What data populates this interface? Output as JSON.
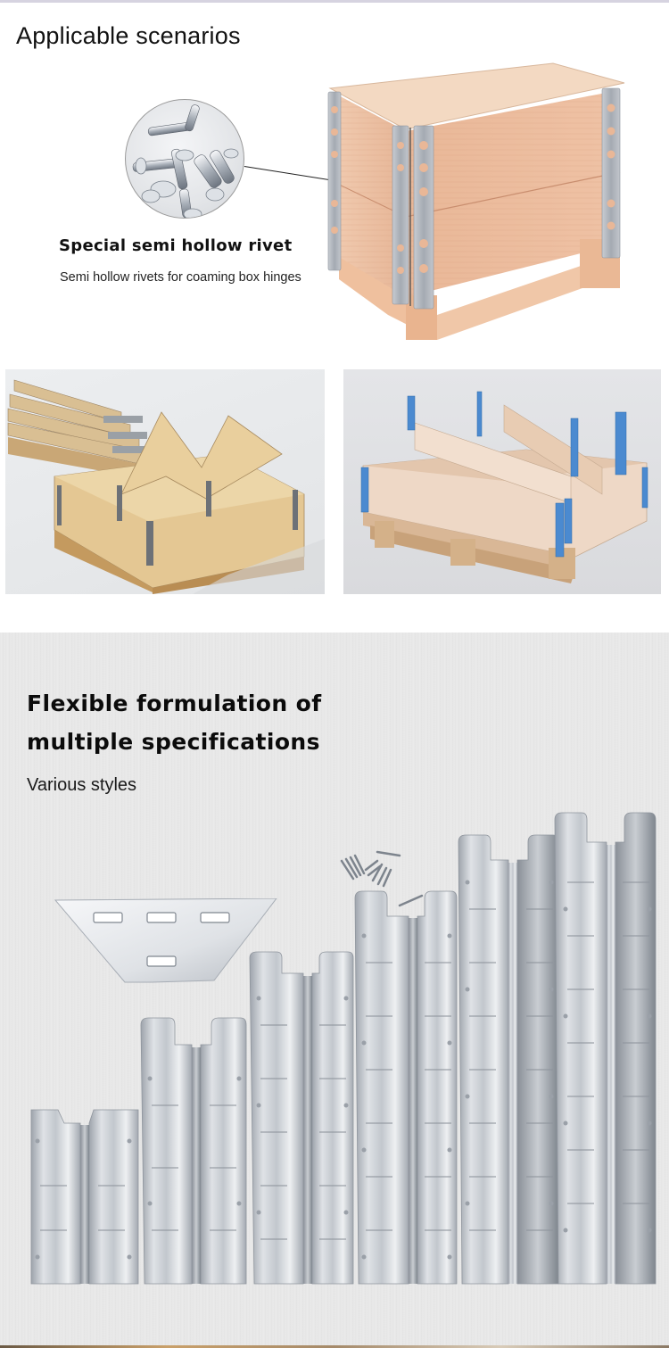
{
  "section_scenarios": {
    "title": "Applicable scenarios",
    "callout_title": "Special semi hollow rivet",
    "callout_description": "Semi hollow rivets for coaming box hinges",
    "images": {
      "rivets_closeup": "semi-hollow-rivets-closeup",
      "crate": "plywood-collar-crate-on-pallet"
    }
  },
  "section_gallery": {
    "images": [
      {
        "name": "folded-pallet-collars-natural-hinges"
      },
      {
        "name": "pallet-collar-blue-hinges"
      }
    ]
  },
  "section_specs": {
    "title_line1": "Flexible formulation of",
    "title_line2": "multiple specifications",
    "subtitle": "Various styles",
    "images": {
      "corner_plate": "trapezoid-corner-plate",
      "rivets": "loose-rivets",
      "hinges": [
        "hinge-size-1",
        "hinge-size-2",
        "hinge-size-3",
        "hinge-size-4",
        "hinge-size-5",
        "hinge-size-6"
      ]
    }
  },
  "colors": {
    "wood": "#e7b99a",
    "wood_light": "#f0d2b8",
    "steel": "#b9bec5",
    "blue_hinge": "#4a88c9",
    "text": "#111111",
    "background_grey": "#e7e7e7"
  }
}
